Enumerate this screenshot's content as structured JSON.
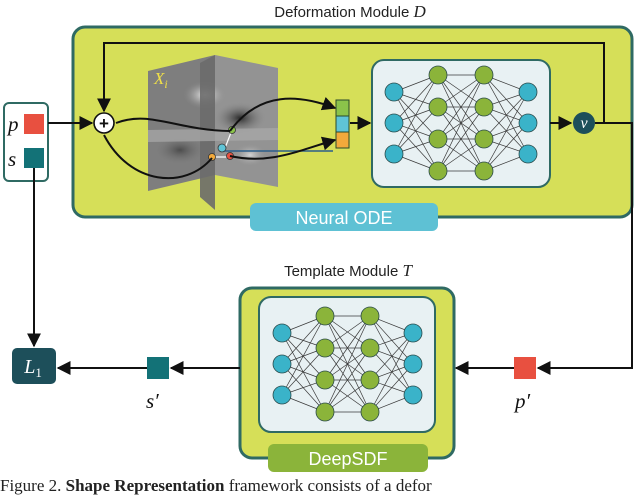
{
  "deformation": {
    "title": "Deformation Module ",
    "title_var": "D",
    "label": "Neural ODE",
    "image_label": "X",
    "image_sub": "i"
  },
  "template": {
    "title": "Template Module ",
    "title_var": "T",
    "label": "DeepSDF"
  },
  "symbols": {
    "p": "p",
    "s": "s",
    "v": "v",
    "p_prime": "p′",
    "s_prime": "s′",
    "loss": "L",
    "loss_sub": "1",
    "plus": "+"
  },
  "caption": {
    "prefix": "Figure 2. ",
    "bold": "Shape Representation",
    "rest": " framework consists of a defor"
  },
  "colors": {
    "module_fill": "#d6df58",
    "module_border": "#2f6a63",
    "panel_fill": "#e8f1f3",
    "label_fill": "#5ec1d4",
    "node_cyan": "#3ab3c9",
    "node_green": "#8bb43a",
    "point_red": "#e85040",
    "point_teal": "#137277",
    "dark_circle": "#1d4f5a",
    "feature_green": "#8bc34a",
    "feature_blue": "#5fc4d6",
    "feature_orange": "#f2a93b"
  },
  "icons": {
    "plus": "plus-circle-icon",
    "velocity": "velocity-node-icon"
  }
}
